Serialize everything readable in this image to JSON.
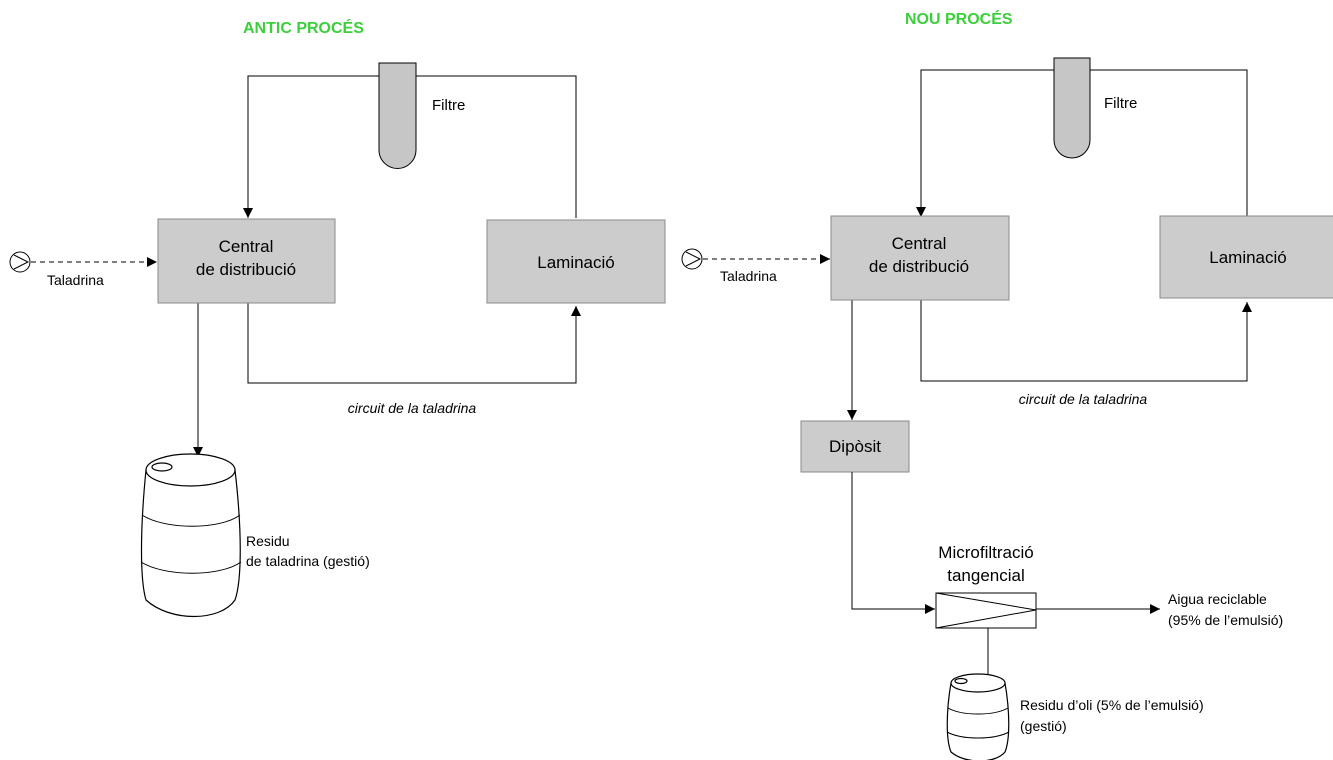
{
  "left": {
    "title": "ANTIC PROCÉS",
    "filter_label": "Filtre",
    "central_line1": "Central",
    "central_line2": "de distribució",
    "lamination_label": "Laminació",
    "input_label": "Taladrina",
    "circuit_label": "circuit de la taladrina",
    "waste_line1": "Residu",
    "waste_line2": "de taladrina (gestió)"
  },
  "right": {
    "title": "NOU PROCÉS",
    "filter_label": "Filtre",
    "central_line1": "Central",
    "central_line2": "de distribució",
    "lamination_label": "Laminació",
    "input_label": "Taladrina",
    "circuit_label": "circuit de la taladrina",
    "deposit_label": "Dipòsit",
    "microfiltration_line1": "Microfiltració",
    "microfiltration_line2": "tangencial",
    "water_line1": "Aigua reciclable",
    "water_line2": "(95% de l’emulsió)",
    "oil_waste_line1": "Residu d’oli (5% de l’emulsió)",
    "oil_waste_line2": "(gestió)"
  },
  "colors": {
    "title": "#3ccf3c",
    "box_fill": "#cccccc"
  }
}
